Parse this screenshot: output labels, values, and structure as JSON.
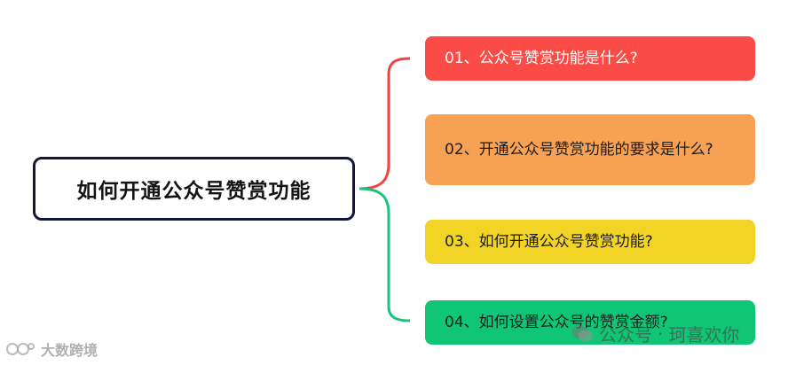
{
  "root": {
    "title": "如何开通公众号赞赏功能"
  },
  "branches": [
    {
      "label": "01、公众号赞赏功能是什么?",
      "color": "#fa4b47"
    },
    {
      "label": "02、开通公众号赞赏功能的要求是什么?",
      "color": "#f6a153"
    },
    {
      "label": "03、如何开通公众号赞赏功能?",
      "color": "#f2d426"
    },
    {
      "label": "04、如何设置公众号的赞赏金额?",
      "color": "#10c575"
    }
  ],
  "connector_colors": {
    "upper": "#f0453f",
    "lower": "#1cc27a"
  },
  "watermarks": {
    "left_text": "大数跨境",
    "right_source": "公众号",
    "right_name": "珂喜欢你"
  }
}
